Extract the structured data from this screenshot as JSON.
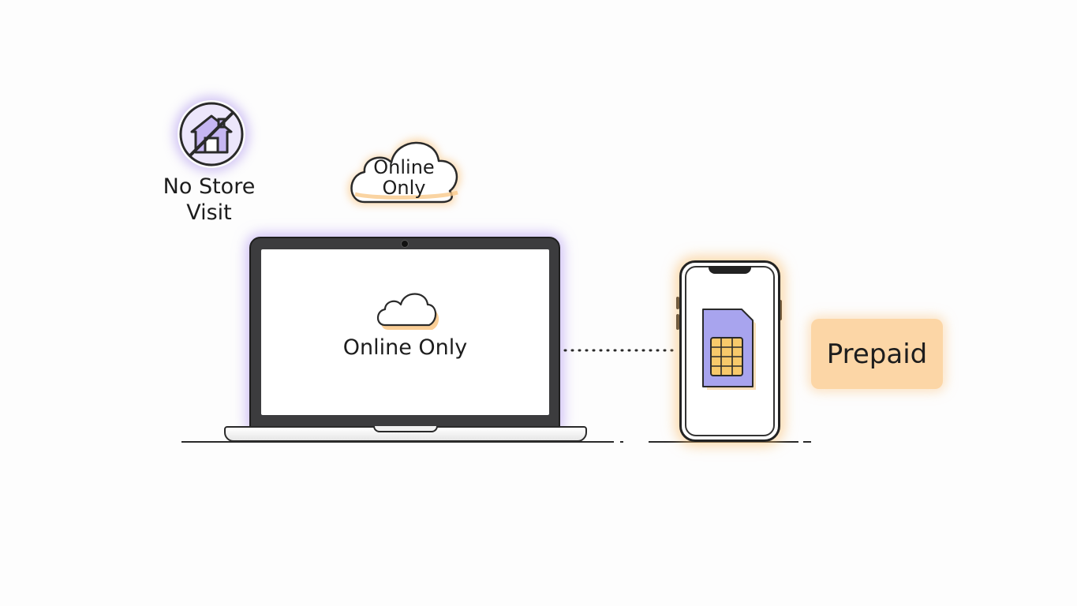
{
  "badges": {
    "no_store": {
      "label": "No Store Visit",
      "icon": "no-store-icon",
      "accent": "#a78bfa"
    },
    "online_bubble": {
      "label": "Online Only",
      "icon": "cloud-icon",
      "accent": "#f9c98b"
    }
  },
  "laptop": {
    "screen_label": "Online Only",
    "screen_icon": "cloud-icon",
    "glow": "#b49cf5"
  },
  "phone": {
    "icon": "sim-card-icon",
    "sim_color": "#a8a4ee",
    "chip_color": "#f7c96b",
    "glow": "#fbbf7a"
  },
  "prepaid_tag": {
    "label": "Prepaid",
    "color": "#fcd6a6"
  }
}
